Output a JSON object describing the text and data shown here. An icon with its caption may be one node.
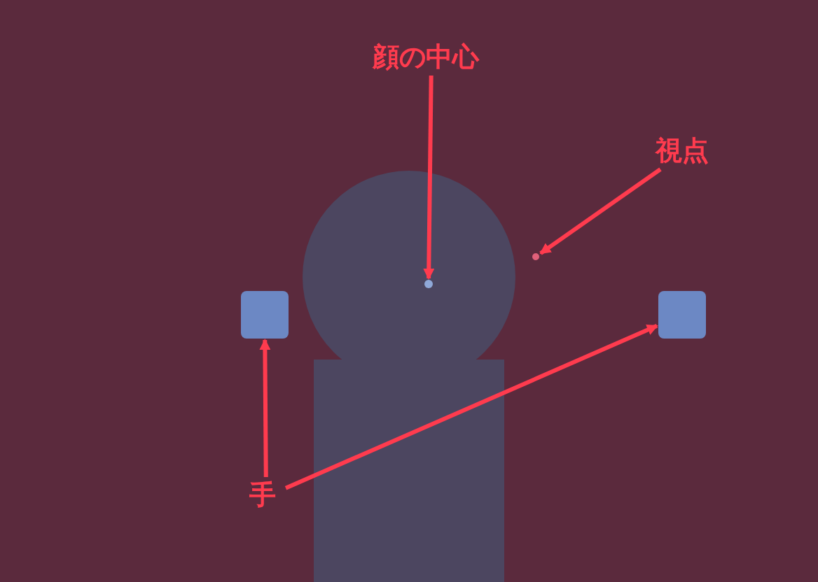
{
  "diagram": {
    "nodes": [
      {
        "text": [
          "顔の中心"
        ]
      },
      {
        "text": [],
        "shape": "circle"
      },
      {
        "text": [
          "視点"
        ]
      },
      {
        "text": [],
        "shape": "circle"
      },
      {
        "text": [],
        "shape": "box"
      },
      {
        "text": [],
        "shape": "box"
      },
      {
        "text": [
          "手"
        ]
      }
    ],
    "edges": [
      {
        "from": 0,
        "to": 1,
        "arrow": "to"
      },
      {
        "from": 2,
        "to": 3,
        "arrow": "to"
      },
      {
        "from": 6,
        "to": 4,
        "arrow": "to"
      },
      {
        "from": 6,
        "to": 5,
        "arrow": "to"
      }
    ]
  }
}
